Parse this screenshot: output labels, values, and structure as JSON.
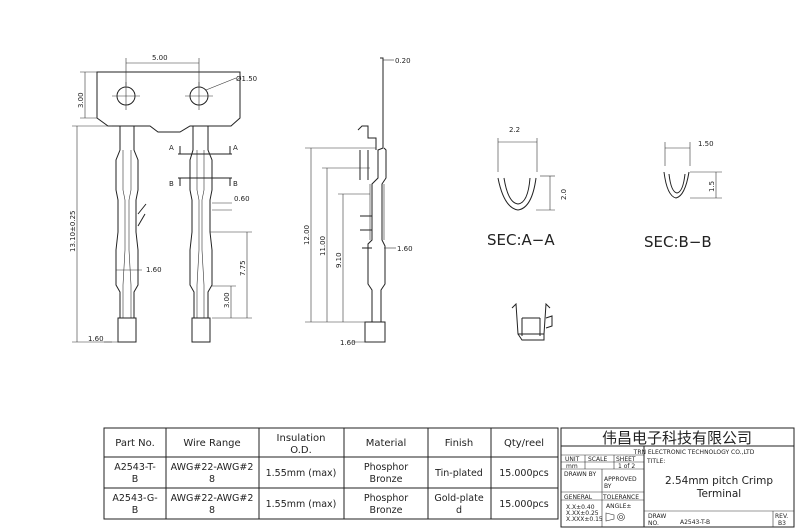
{
  "views": {
    "front": {
      "dim_pitch": "5.00",
      "dim_hole": "Ø1.50",
      "dim_tab_height": "3.00",
      "dim_total_length": "13.10±0.25",
      "dim_barrel_width": "1.60",
      "dim_base_width": "1.60",
      "dim_spring": "0.60",
      "dim_crimp_length": "7.75",
      "dim_contact_length": "3.00",
      "section_a": "A",
      "section_b": "B"
    },
    "side": {
      "dim_thickness": "0.20",
      "dim_12": "12.00",
      "dim_11": "11.00",
      "dim_9": "9.10",
      "dim_160": "1.60",
      "dim_base": "1.60"
    },
    "section_a": {
      "width": "2.2",
      "height": "2.0",
      "label": "SEC:A−A"
    },
    "section_b": {
      "width": "1.50",
      "height": "1.5",
      "label": "SEC:B−B"
    }
  },
  "parts_table": {
    "headers": [
      "Part No.",
      "Wire Range",
      "Insulation",
      "O.D.",
      "Material",
      "Finish",
      "Qty/reel"
    ],
    "rows": [
      {
        "part_no": [
          "A2543-T-",
          "B"
        ],
        "wire_range": [
          "AWG#22-AWG#2",
          "8"
        ],
        "insulation": "1.55mm (max)",
        "material": [
          "Phosphor",
          "Bronze"
        ],
        "finish": "Tin-plated",
        "qty": "15.000pcs"
      },
      {
        "part_no": [
          "A2543-G-",
          "B"
        ],
        "wire_range": [
          "AWG#22-AWG#2",
          "8"
        ],
        "insulation": "1.55mm (max)",
        "material": [
          "Phosphor",
          "Bronze"
        ],
        "finish": [
          "Gold-plate",
          "d"
        ],
        "qty": "15.000pcs"
      }
    ]
  },
  "title_block": {
    "company_cn": "伟昌电子科技有限公司",
    "company_en": "TRN ELECTRONIC TECHNOLOGY CO.,LTD",
    "unit": "UNIT",
    "unit_value": "mm",
    "scale": "SCALE",
    "sheet": "SHEET",
    "sheet_value": "1 of 2",
    "title_label": "TITLE:",
    "title_line1": "2.54mm pitch Crimp",
    "title_line2": "Terminal",
    "drawn_by": "DRAWN BY",
    "approved_by": [
      "APPROVED",
      "BY"
    ],
    "general": "GENERAL",
    "tolerance": "TOLERANCE",
    "tol_1": "X.X±0.40",
    "tol_2": "X.XX±0.25",
    "tol_3": "X.XXX±0.15",
    "angles": "ANGLE±",
    "draw_no_label": [
      "DRAW",
      "NO."
    ],
    "draw_no": "A2543-T-B",
    "rev_label": "REV.",
    "rev_value": "B3"
  }
}
